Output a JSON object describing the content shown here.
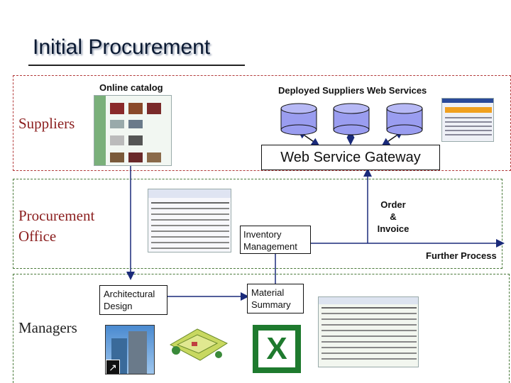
{
  "title": "Initial Procurement",
  "zones": {
    "suppliers": "Suppliers",
    "procurement": "Procurement Office",
    "procurement_line1": "Procurement",
    "procurement_line2": "Office",
    "managers": "Managers"
  },
  "labels": {
    "online_catalog": "Online catalog",
    "deployed_services": "Deployed Suppliers Web Services",
    "gateway": "Web Service Gateway",
    "order_invoice_1": "Order &",
    "order_invoice_2": "Invoice",
    "inventory_1": "Inventory",
    "inventory_2": "Management",
    "further": "Further Process",
    "arch_1": "Architectural",
    "arch_2": "Design",
    "material_1": "Material",
    "material_2": "Summary"
  },
  "icons": {
    "database": "database-icon",
    "excel": "excel-icon",
    "building": "building-icon",
    "floorplan": "floor-plan-icon"
  },
  "colors": {
    "line": "#1a2a7a",
    "db_fill": "#9a9df0",
    "excel_green": "#1e7a2e",
    "supplier_zone": "#b23a3a",
    "other_zone": "#4a7a3a"
  }
}
